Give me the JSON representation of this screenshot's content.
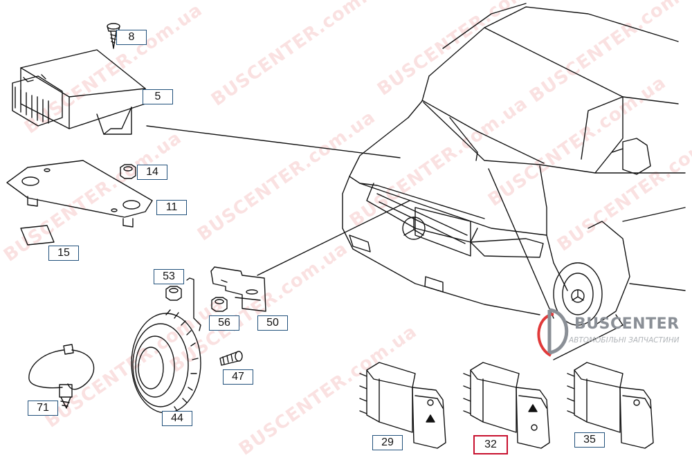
{
  "watermark_text": "BUSCENTER.com.ua",
  "brand": {
    "name": "BUSCENTER",
    "tagline": "АВТОМОБІЛЬНІ ЗАПЧАСТИНИ",
    "colors": {
      "gray": "#8a8f96",
      "red": "#e13a3a"
    }
  },
  "callouts": {
    "c8": "8",
    "c5": "5",
    "c14": "14",
    "c11": "11",
    "c15": "15",
    "c53": "53",
    "c56": "56",
    "c50": "50",
    "c47": "47",
    "c71": "71",
    "c44": "44",
    "c29": "29",
    "c32": "32",
    "c35": "35"
  },
  "colors": {
    "line": "#111111",
    "callout_border": "#1f4f7a",
    "selected_border": "#c8102e"
  }
}
